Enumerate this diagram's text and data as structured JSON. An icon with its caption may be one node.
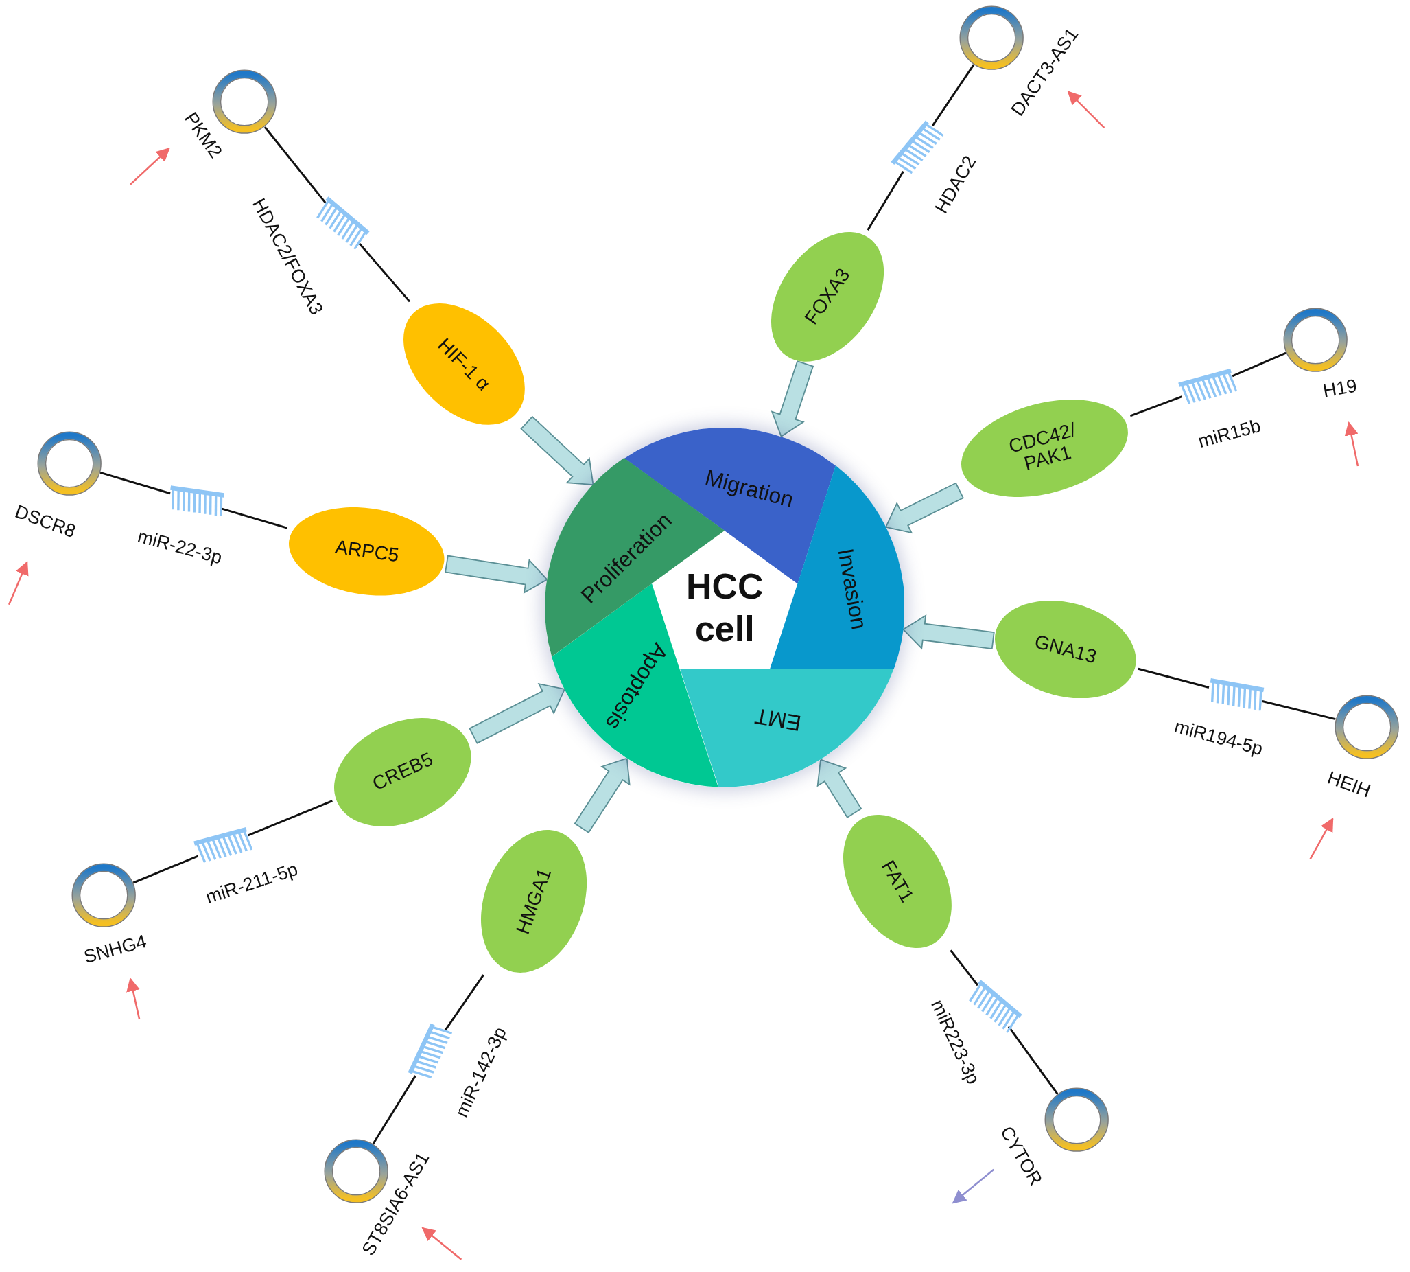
{
  "diagram": {
    "nodes": [
      {
        "text": [
          "HCC cell"
        ]
      },
      {
        "text": [
          "Migration"
        ],
        "in": 0
      },
      {
        "text": [
          "Invasion"
        ],
        "in": 0
      },
      {
        "text": [
          "EMT"
        ],
        "in": 0
      },
      {
        "text": [
          "Apoptosis"
        ],
        "in": 0
      },
      {
        "text": [
          "Proliferation"
        ],
        "in": 0
      },
      {
        "text": [
          "HIF-1 α"
        ]
      },
      {
        "text": [],
        "shape": "comb",
        "beside": [
          "HDAC2/FOXA3"
        ]
      },
      {
        "text": [],
        "shape": "circle",
        "beside": [
          "PKM2"
        ]
      },
      {
        "text": [
          "FOXA3"
        ]
      },
      {
        "text": [],
        "shape": "comb",
        "beside": [
          "HDAC2"
        ]
      },
      {
        "text": [],
        "shape": "circle",
        "beside": [
          "DACT3-AS1"
        ]
      },
      {
        "text": [
          "CDC42/PAK1"
        ]
      },
      {
        "text": [],
        "shape": "comb",
        "beside": [
          "miR15b"
        ]
      },
      {
        "text": [],
        "shape": "circle",
        "beside": [
          "H19"
        ]
      },
      {
        "text": [
          "ARPC5"
        ]
      },
      {
        "text": [],
        "shape": "comb",
        "beside": [
          "miR-22-3p"
        ]
      },
      {
        "text": [],
        "shape": "circle",
        "beside": [
          "DSCR8"
        ]
      },
      {
        "text": [
          "GNA13"
        ]
      },
      {
        "text": [],
        "shape": "comb",
        "beside": [
          "miR194-5p"
        ]
      },
      {
        "text": [],
        "shape": "circle",
        "beside": [
          "HEIH"
        ]
      },
      {
        "text": [
          "CREB5"
        ]
      },
      {
        "text": [],
        "shape": "comb",
        "beside": [
          "miR-211-5p"
        ]
      },
      {
        "text": [],
        "shape": "circle",
        "beside": [
          "SNHG4"
        ]
      },
      {
        "text": [
          "HMGA1"
        ]
      },
      {
        "text": [],
        "shape": "comb",
        "beside": [
          "miR-142-3p"
        ]
      },
      {
        "text": [],
        "shape": "circle",
        "beside": [
          "ST8SIA6-AS1"
        ]
      },
      {
        "text": [
          "FAT1"
        ]
      },
      {
        "text": [],
        "shape": "comb",
        "beside": [
          "miR223-3p"
        ]
      },
      {
        "text": [],
        "shape": "circle",
        "beside": [
          "CYTOR"
        ]
      }
    ],
    "edges": [
      {
        "from": 8,
        "to": 7,
        "arrow": "none"
      },
      {
        "from": 7,
        "to": 6,
        "arrow": "none"
      },
      {
        "from": 6,
        "to": 0,
        "arrow": "to",
        "style": "thick",
        "color": "#b9e0e3"
      },
      {
        "from": 11,
        "to": 10,
        "arrow": "none"
      },
      {
        "from": 10,
        "to": 9,
        "arrow": "none"
      },
      {
        "from": 9,
        "to": 0,
        "arrow": "to",
        "style": "thick",
        "color": "#b9e0e3"
      },
      {
        "from": 14,
        "to": 13,
        "arrow": "none"
      },
      {
        "from": 13,
        "to": 12,
        "arrow": "none"
      },
      {
        "from": 12,
        "to": 0,
        "arrow": "to",
        "style": "thick",
        "color": "#b9e0e3"
      },
      {
        "from": 17,
        "to": 16,
        "arrow": "none"
      },
      {
        "from": 16,
        "to": 15,
        "arrow": "none"
      },
      {
        "from": 15,
        "to": 0,
        "arrow": "to",
        "style": "thick",
        "color": "#b9e0e3"
      },
      {
        "from": 20,
        "to": 19,
        "arrow": "none"
      },
      {
        "from": 19,
        "to": 18,
        "arrow": "none"
      },
      {
        "from": 18,
        "to": 0,
        "arrow": "to",
        "style": "thick",
        "color": "#b9e0e3"
      },
      {
        "from": 23,
        "to": 22,
        "arrow": "none"
      },
      {
        "from": 22,
        "to": 21,
        "arrow": "none"
      },
      {
        "from": 21,
        "to": 0,
        "arrow": "to",
        "style": "thick",
        "color": "#b9e0e3"
      },
      {
        "from": 26,
        "to": 25,
        "arrow": "none"
      },
      {
        "from": 25,
        "to": 24,
        "arrow": "none"
      },
      {
        "from": 24,
        "to": 0,
        "arrow": "to",
        "style": "thick",
        "color": "#b9e0e3"
      },
      {
        "from": 29,
        "to": 28,
        "arrow": "none"
      },
      {
        "from": 28,
        "to": 27,
        "arrow": "none"
      },
      {
        "from": 27,
        "to": 0,
        "arrow": "to",
        "style": "thick",
        "color": "#b9e0e3"
      }
    ]
  }
}
